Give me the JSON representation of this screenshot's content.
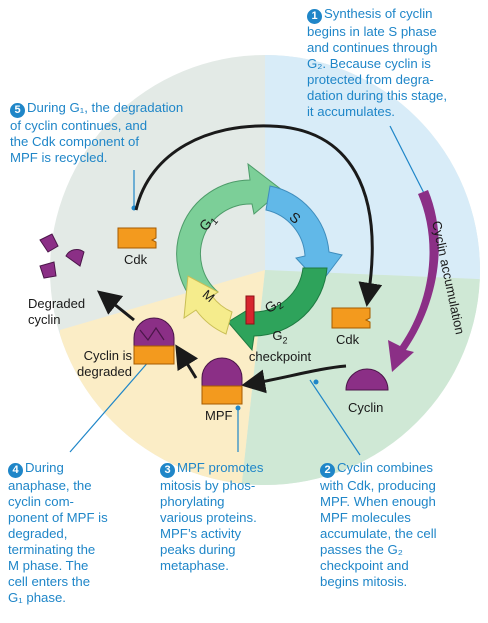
{
  "phases": {
    "g1": "G",
    "g1_sub": "1",
    "s": "S",
    "g2": "G",
    "g2_sub": "2",
    "m": "M"
  },
  "arc_label": "Cyclin accumulation",
  "labels": {
    "cdk_top": "Cdk",
    "cdk_right": "Cdk",
    "cyclin": "Cyclin",
    "mpf": "MPF",
    "degraded_cyclin": [
      "Degraded",
      "cyclin"
    ],
    "cyclin_degraded": [
      "Cyclin is",
      "degraded"
    ],
    "g2_checkpoint": [
      "G",
      "2",
      "checkpoint"
    ]
  },
  "captions": {
    "c1": {
      "num": "1",
      "lines": [
        "Synthesis of cyclin",
        "begins in late S phase",
        "and continues through",
        "G₂. Because cyclin is",
        "protected from degra-",
        "dation during this stage,",
        "it accumulates."
      ]
    },
    "c2": {
      "num": "2",
      "lines": [
        "Cyclin combines",
        "with Cdk, producing",
        "MPF. When enough",
        "MPF molecules",
        "accumulate, the cell",
        "passes the G₂",
        "checkpoint and",
        "begins mitosis."
      ]
    },
    "c3": {
      "num": "3",
      "lines": [
        "MPF promotes",
        "mitosis by phos-",
        "phorylating",
        "various proteins.",
        "MPF’s activity",
        "peaks during",
        "metaphase."
      ]
    },
    "c4": {
      "num": "4",
      "lines": [
        "During",
        "anaphase, the",
        "cyclin com-",
        "ponent of MPF is",
        "degraded,",
        "terminating the",
        "M phase. The",
        "cell enters the",
        "G₁ phase."
      ]
    },
    "c5": {
      "num": "5",
      "lines": [
        "During G₁, the degradation",
        "of cyclin continues, and",
        "the Cdk component of",
        "MPF is recycled."
      ]
    }
  },
  "colors": {
    "caption_blue": "#1f86c8",
    "cdk_orange": "#f39a1e",
    "cyclin_purple": "#8b2f86",
    "g1_green": "#7ccf98",
    "s_blue": "#61b8e8",
    "g2_green": "#2ea35b",
    "m_yellow": "#f5ec8c",
    "checkpoint_red": "#d7262e"
  }
}
